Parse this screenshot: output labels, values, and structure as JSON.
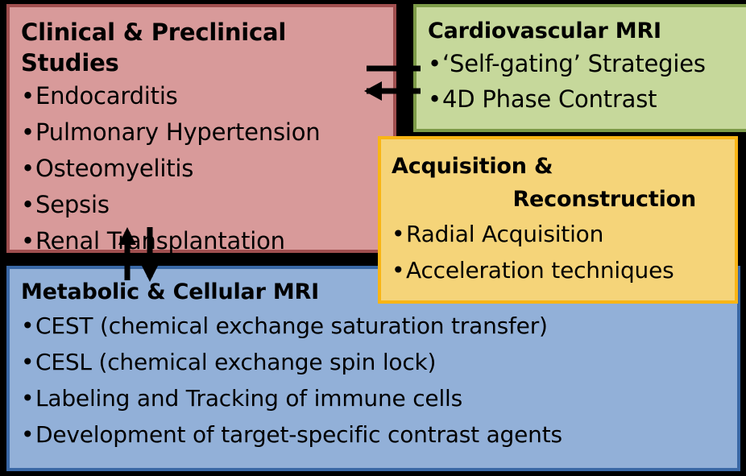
{
  "diagram": {
    "type": "block-diagram",
    "title": "MRI research areas block diagram",
    "colors": {
      "background": "#000000",
      "clinical_fill": "#d89a9a",
      "clinical_border": "#a04f4f",
      "cardio_fill": "#c6d89b",
      "cardio_border": "#7d9b48",
      "acquisition_fill": "#f5d479",
      "acquisition_border": "#f9b515",
      "metabolic_fill": "#92b0d8",
      "metabolic_border": "#3a68a6",
      "arrow": "#000000"
    }
  },
  "boxes": {
    "clinical": {
      "title": "Clinical & Preclinical Studies",
      "items": [
        "Endocarditis",
        "Pulmonary Hypertension",
        "Osteomyelitis",
        "Sepsis",
        "Renal Transplantation"
      ]
    },
    "cardiovascular": {
      "title": "Cardiovascular MRI",
      "items": [
        "‘Self-gating’ Strategies",
        "4D Phase Contrast"
      ]
    },
    "acquisition": {
      "title_line1": "Acquisition &",
      "title_line2": "Reconstruction",
      "items": [
        "Radial Acquisition",
        "Acceleration techniques"
      ]
    },
    "metabolic": {
      "title": "Metabolic & Cellular MRI",
      "items": [
        "CEST (chemical exchange saturation transfer)",
        "CESL (chemical exchange spin lock)",
        "Labeling and Tracking of immune cells",
        "Development of target-specific contrast agents"
      ]
    }
  },
  "bullet": "•",
  "connectors": [
    {
      "name": "cardio-to-clinical",
      "from": "cardiovascular",
      "to": "clinical",
      "direction": "bidirectional-horizontal"
    },
    {
      "name": "metabolic-to-clinical",
      "from": "metabolic",
      "to": "clinical",
      "direction": "bidirectional-vertical"
    }
  ]
}
